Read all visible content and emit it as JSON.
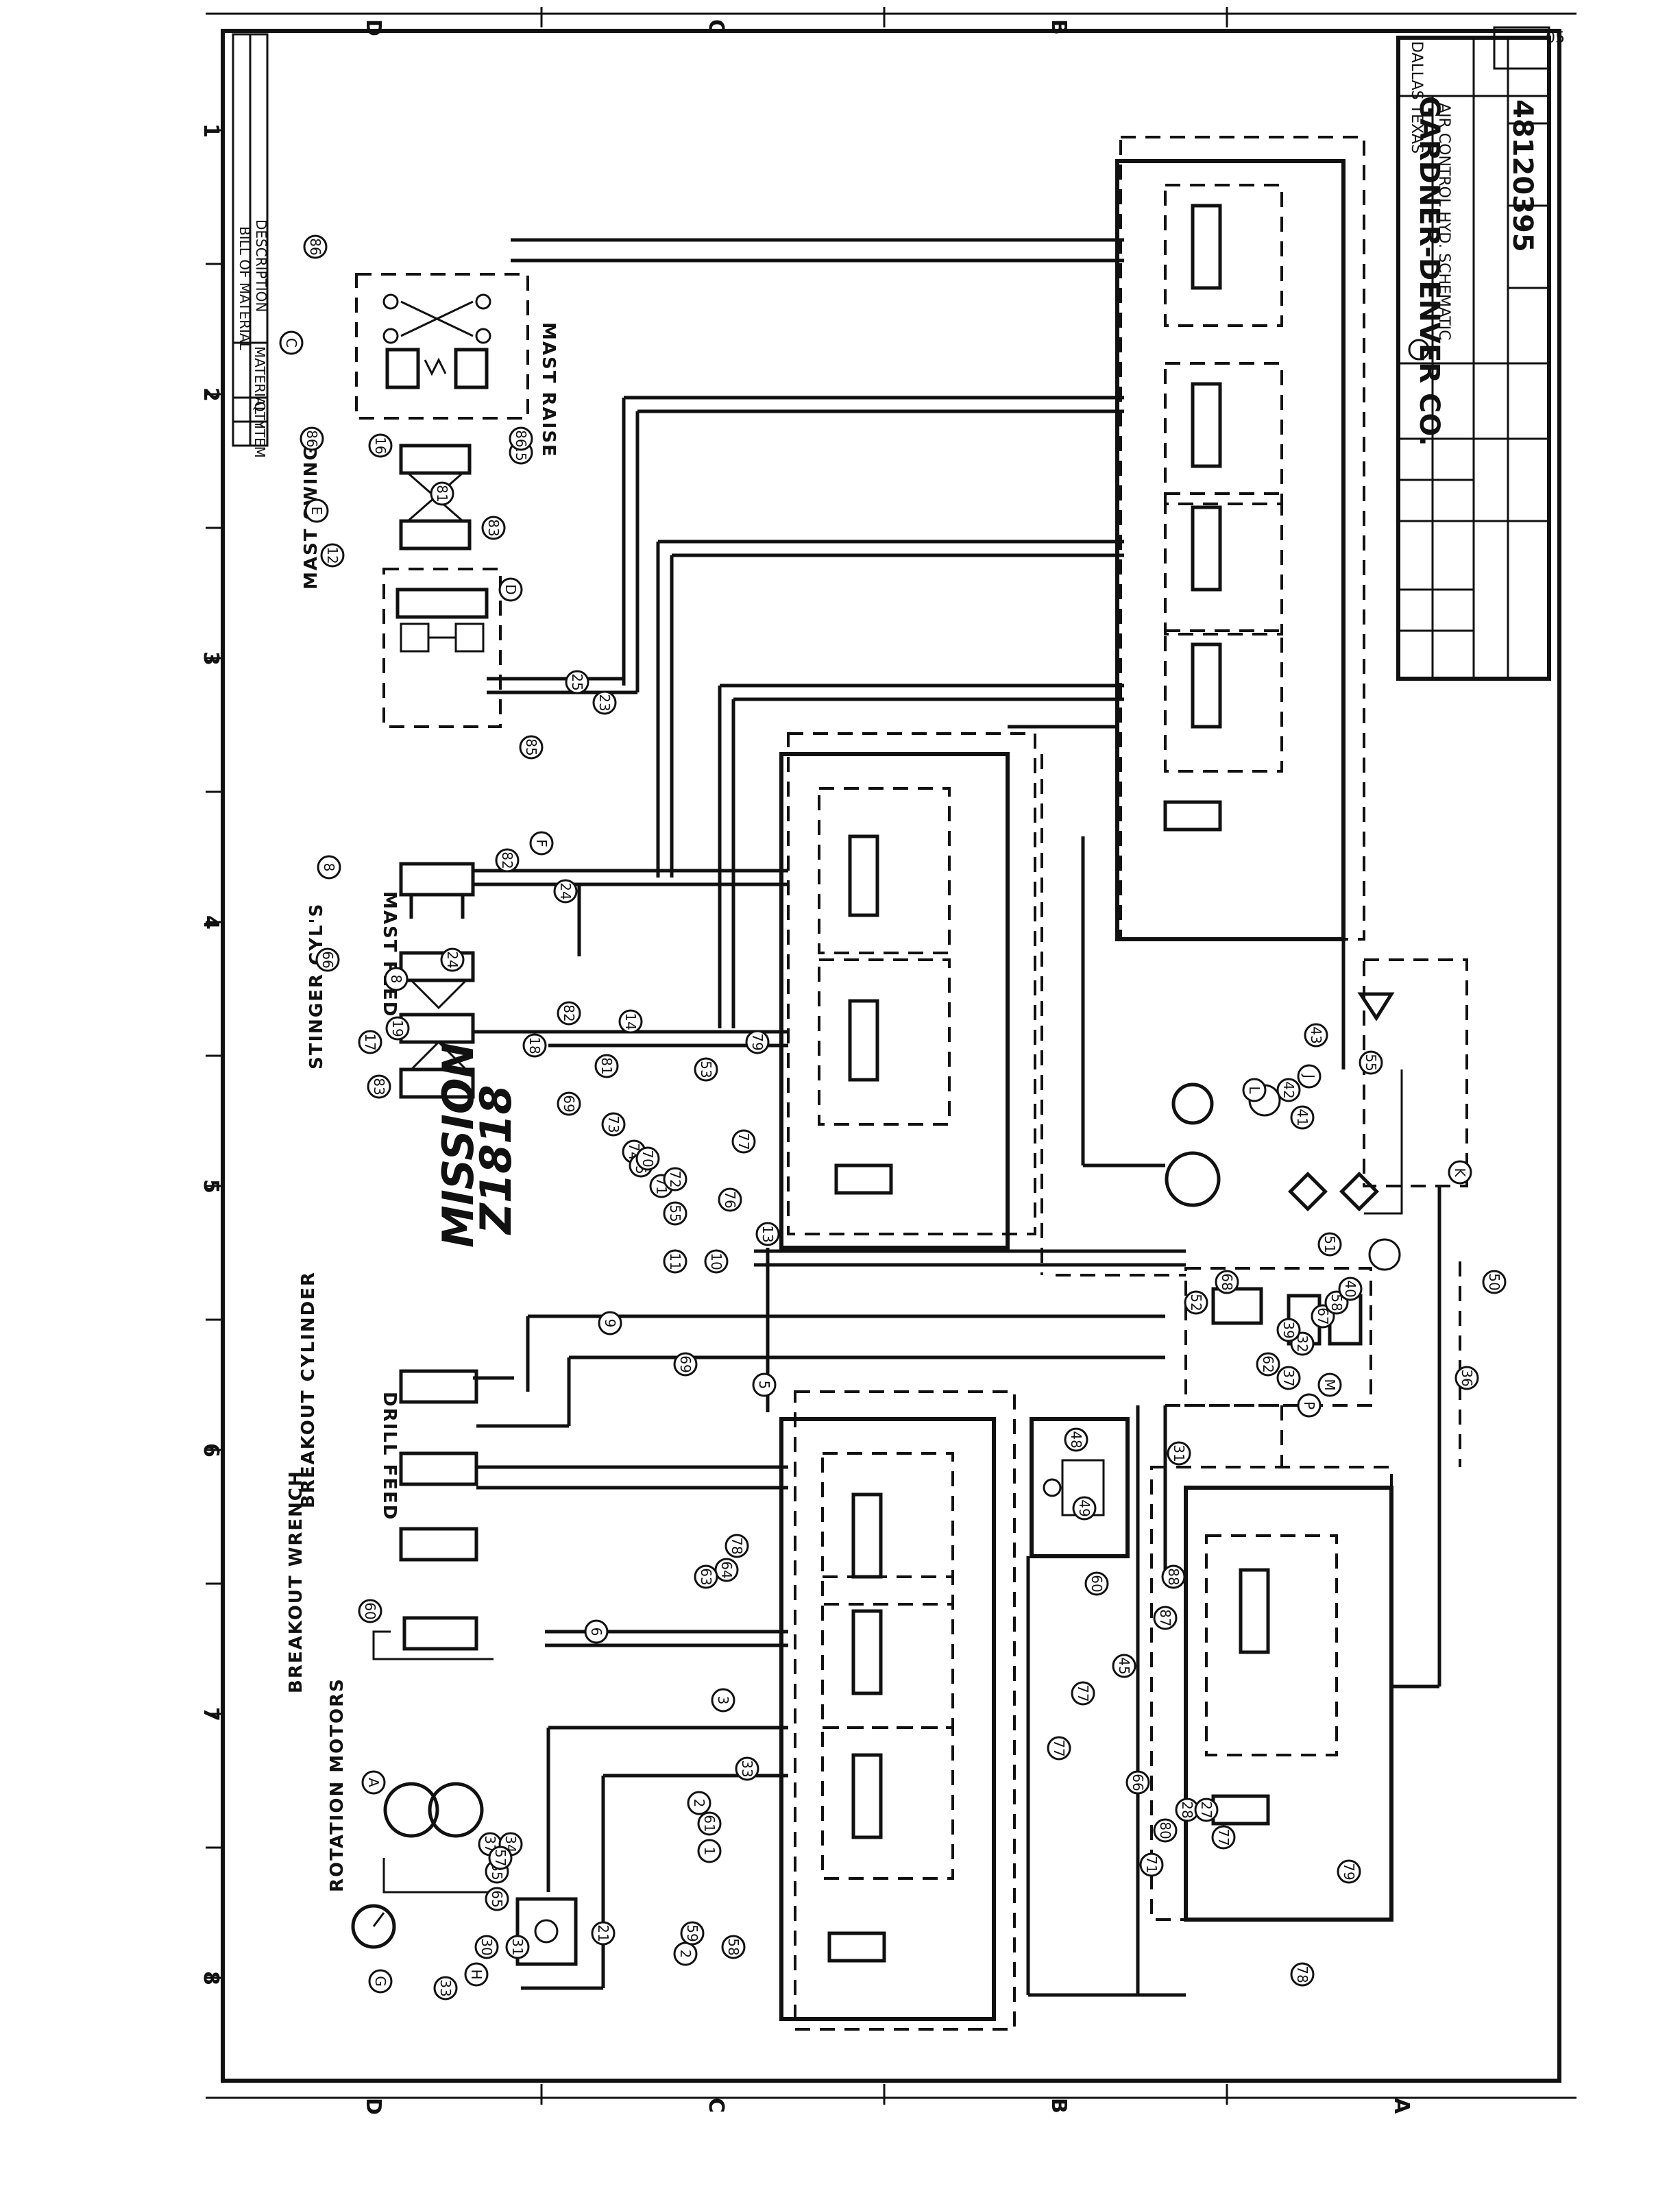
{
  "sheet": {
    "corner_code": "05",
    "zones_side": [
      "D",
      "C",
      "B",
      "A"
    ],
    "zones_top": [
      "1",
      "2",
      "3",
      "4",
      "5",
      "6",
      "7",
      "8"
    ]
  },
  "labels": {
    "mast_swing": "MAST SWING",
    "mast_raise": "MAST RAISE",
    "mast_feed": "MAST FEED",
    "stinger_cyls": "STINGER CYL'S",
    "drill_feed": "DRILL FEED",
    "breakout_cylinder": "BREAKOUT CYLINDER",
    "breakout_wrench": "BREAKOUT WRENCH",
    "rotation_motors": "ROTATION MOTORS",
    "handwritten": [
      "MISSION",
      "Z1818"
    ]
  },
  "bill_of_material": {
    "title": "BILL OF MATERIAL",
    "column": "DESCRIPTION",
    "headers": [
      "ITEM",
      "QTY",
      "MATERIAL"
    ]
  },
  "title_block": {
    "company": "GARDNER-DENVER CO.",
    "location": "DALLAS TEXAS",
    "title": "AIR CONTROL HYD. SCHEMATIC",
    "drawing_no": "48120395"
  },
  "balloons": [
    "86",
    "C",
    "16",
    "86",
    "E",
    "81",
    "83",
    "D",
    "15",
    "86",
    "12",
    "85",
    "25",
    "23",
    "8",
    "82",
    "F",
    "24",
    "66",
    "8",
    "24",
    "17",
    "83",
    "19",
    "18",
    "82",
    "81",
    "14",
    "69",
    "53",
    "79",
    "73",
    "74",
    "75",
    "70",
    "71",
    "72",
    "77",
    "76",
    "13",
    "55",
    "11",
    "10",
    "9",
    "69",
    "5",
    "6",
    "64",
    "63",
    "60",
    "A",
    "37",
    "34",
    "35",
    "65",
    "57",
    "G",
    "H",
    "30",
    "33",
    "31",
    "2",
    "59",
    "58",
    "61",
    "1",
    "2",
    "33",
    "21",
    "3",
    "78",
    "77",
    "49",
    "77",
    "60",
    "48",
    "45",
    "88",
    "87",
    "66",
    "31",
    "71",
    "28",
    "27",
    "77",
    "78",
    "79",
    "80",
    "L",
    "42",
    "41",
    "J",
    "43",
    "K",
    "55",
    "50",
    "36",
    "52",
    "68",
    "62",
    "P",
    "M",
    "32",
    "39",
    "37",
    "67",
    "58",
    "40",
    "51"
  ]
}
